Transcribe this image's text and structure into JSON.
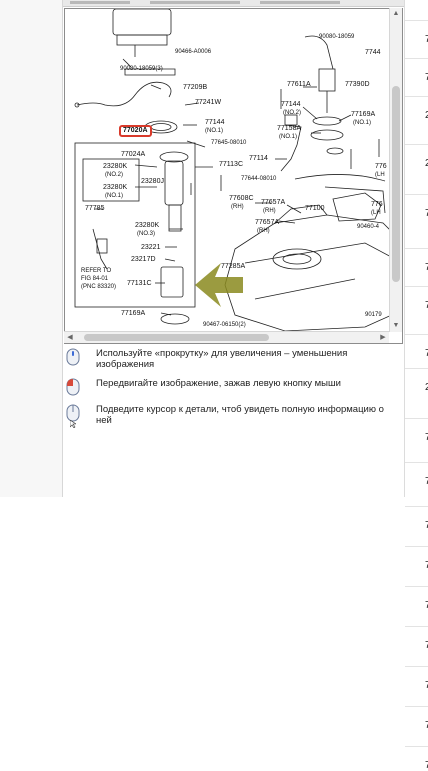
{
  "diagram": {
    "labels": {
      "l_90466": "90466-A0006",
      "l_90080a": "90080-18059(3)",
      "l_77209b": "77209B",
      "l_77241w": "77241W",
      "l_77144a": "77144",
      "l_77144a_no1": "(NO.1)",
      "l_77020a": "77020A",
      "l_77645": "77645-08010",
      "l_77024a": "77024A",
      "l_77113c": "77113C",
      "l_23280k1": "23280K",
      "l_23280k1_no2": "(NO.2)",
      "l_23280j": "23280J",
      "l_23280k2": "23280K",
      "l_23280k2_no1": "(NO.1)",
      "l_77785": "77785",
      "l_23280k3": "23280K",
      "l_23280k3_no3": "(NO.3)",
      "l_23221": "23221",
      "l_23217d": "23217D",
      "l_refer": "REFER TO",
      "l_fig": "FIG 84-01",
      "l_pnc": "(PNC 83320)",
      "l_77131c": "77131C",
      "l_77169a_b": "77169A",
      "l_77285a": "77285A",
      "l_90467": "90467-06150(2)",
      "l_90080b": "90080-18059",
      "l_774": "7744",
      "l_77390d": "77390D",
      "l_77611a": "77611A",
      "l_77144b": "77144",
      "l_77144b_no2": "(NO.2)",
      "l_77169a_r": "77169A",
      "l_77169a_r_no1": "(NO.1)",
      "l_77158a": "77158A",
      "l_77158a_no1": "(NO.1)",
      "l_77114": "77114",
      "l_77644": "77644-08010",
      "l_77608c": "77608C",
      "l_77608c_rh": "(RH)",
      "l_77657a1": "77657A",
      "l_77657a1_rh": "(RH)",
      "l_77100": "77100",
      "l_77657a2": "77657A",
      "l_77657a2_rh": "(RH)",
      "l_776r": "776",
      "l_776r_lh": "(LH",
      "l_776r2": "776",
      "l_776r2_lh": "(LH",
      "l_90460": "90460-4",
      "l_90179": "90179"
    }
  },
  "help": {
    "zoom": "Используйте «прокрутку» для увеличения – уменьшения изображения",
    "drag": "Передвигайте изображение, зажав левую кнопку мыши",
    "hover": "Подведите курсор к детали, чтоб увидеть полную информацию о ней"
  },
  "right_column": [
    "7",
    "7",
    "2",
    "2",
    "7",
    "7",
    "7",
    "7",
    "2",
    "7",
    "7",
    "7",
    "7",
    "7",
    "7",
    "7",
    "7",
    "7"
  ],
  "colors": {
    "highlight": "#d93a2b",
    "arrow": "#8a8a1f"
  }
}
